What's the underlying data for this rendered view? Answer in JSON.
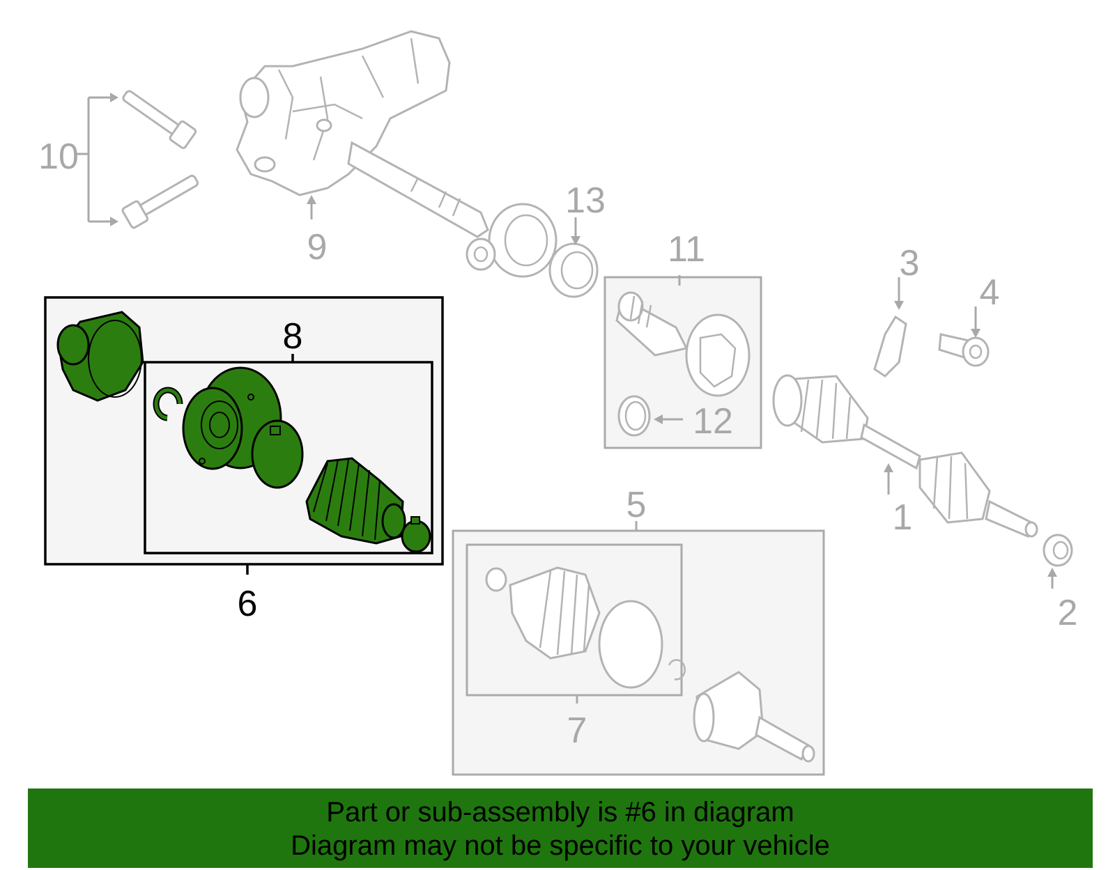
{
  "callouts": {
    "c1": "1",
    "c2": "2",
    "c3": "3",
    "c4": "4",
    "c5": "5",
    "c6": "6",
    "c7": "7",
    "c8": "8",
    "c9": "9",
    "c10": "10",
    "c11": "11",
    "c12": "12",
    "c13": "13"
  },
  "banner": {
    "line1": "Part or sub-assembly is #6 in diagram",
    "line2": "Diagram may not be specific to your vehicle"
  },
  "colors": {
    "highlight": "#2c7d10",
    "banner": "#1f760f",
    "outline": "#a8a8a8"
  }
}
